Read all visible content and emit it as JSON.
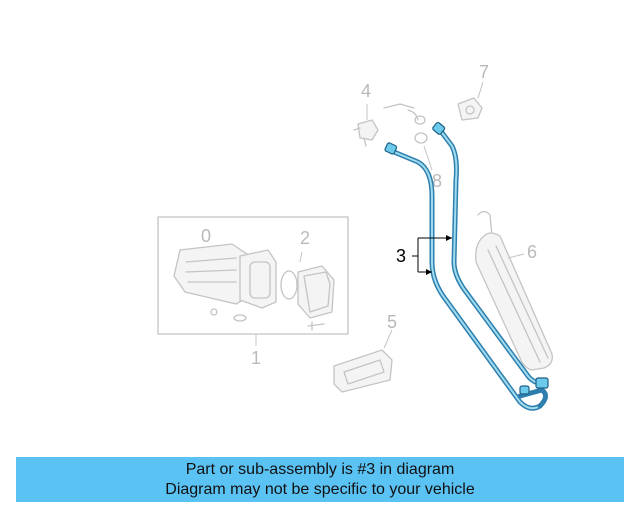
{
  "diagram": {
    "callouts": {
      "c1": "1",
      "c2": "2",
      "c3": "3",
      "c4": "4",
      "c5": "5",
      "c6": "6",
      "c7": "7",
      "c8": "8"
    },
    "ghost_marks": {
      "zero": "0"
    },
    "highlight_color": "#5bc2f4",
    "hose_color": "#2f7fae"
  },
  "banner": {
    "line1": "Part or sub-assembly is #3 in diagram",
    "line2": "Diagram may not be specific to your vehicle",
    "background": "#5bc2f4"
  }
}
